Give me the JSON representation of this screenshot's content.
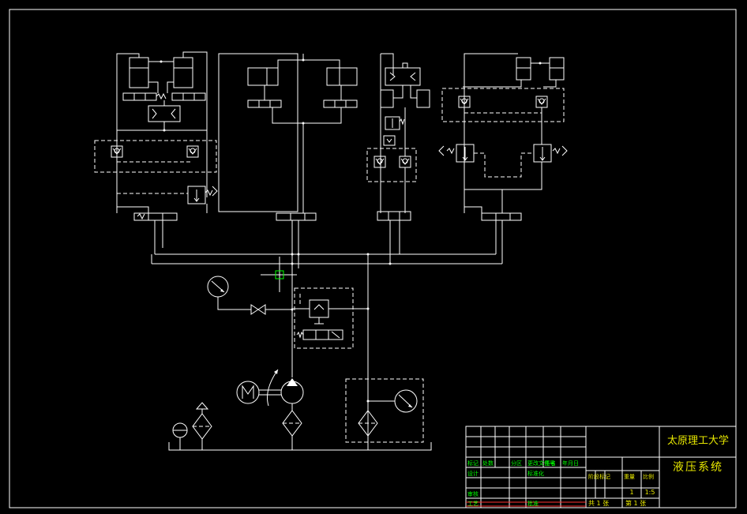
{
  "title_block": {
    "school": "太原理工大学",
    "drawing_title": "液压系统",
    "headers": {
      "mark": "标记",
      "count": "处数",
      "zone": "分区",
      "change_doc": "更改文件号",
      "signature": "签名",
      "date": "年月日",
      "design": "设计",
      "standardize": "标准化",
      "review": "审核",
      "process": "工艺",
      "approve": "批准",
      "stage_mark": "阶段标记",
      "weight": "重量",
      "scale": "比例"
    },
    "weight_value": "1",
    "scale_value": "1:5",
    "sheets_total": "共 1 张",
    "sheet_no": "第 1 张"
  },
  "colors": {
    "background": "#000000",
    "lines": "#ffffff",
    "frame_green": "#00ff00",
    "text_yellow": "#e8e800",
    "grid_red": "#ff3030"
  },
  "icons": [
    "pressure-gauge-icon",
    "motor-icon",
    "pump-icon",
    "filter-icon",
    "shutoff-valve-icon",
    "check-valve-icon",
    "directional-valve-icon",
    "cylinder-icon",
    "accumulator-icon",
    "relief-valve-icon",
    "tank-icon"
  ]
}
